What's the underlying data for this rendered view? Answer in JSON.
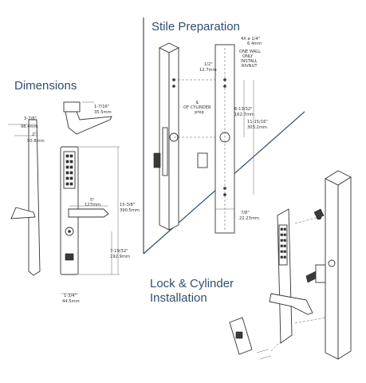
{
  "sections": {
    "dimensions_title": "Dimensions",
    "stile_title": "Stile Preparation",
    "lock_title_line1": "Lock & Cylinder",
    "lock_title_line2": "Installation"
  },
  "dimensions": {
    "d1": [
      "1-7/16\"",
      "35.5mm"
    ],
    "d2": [
      "3-7/8\"",
      "98.4mm"
    ],
    "d3": [
      "2\"",
      "50.8mm"
    ],
    "d4": [
      "5\"",
      "127mm"
    ],
    "d5": [
      "15-3/8\"",
      "390.5mm"
    ],
    "d6": [
      "7-19/32\"",
      "192.9mm"
    ],
    "d7": [
      "1-3/4\"",
      "44.5mm"
    ]
  },
  "stile": {
    "hole_spec": [
      "4X ø 1/4\"",
      "6.4mm"
    ],
    "note": [
      "ONE WALL",
      "ONLY",
      "INSTALL",
      "RIVNUT"
    ],
    "d_half": [
      "1/2\"",
      "12.7mm"
    ],
    "cylinder": [
      "℄",
      "OF CYLINDER",
      "prep"
    ],
    "d_6": [
      "6-13/32\"",
      "162.7mm"
    ],
    "d_11": [
      "11-15/16\"",
      "303.2mm"
    ],
    "d_78": [
      "7/8\"",
      "22.23mm"
    ]
  },
  "colors": {
    "accent": "#2f4f6f",
    "ink": "#333333"
  }
}
